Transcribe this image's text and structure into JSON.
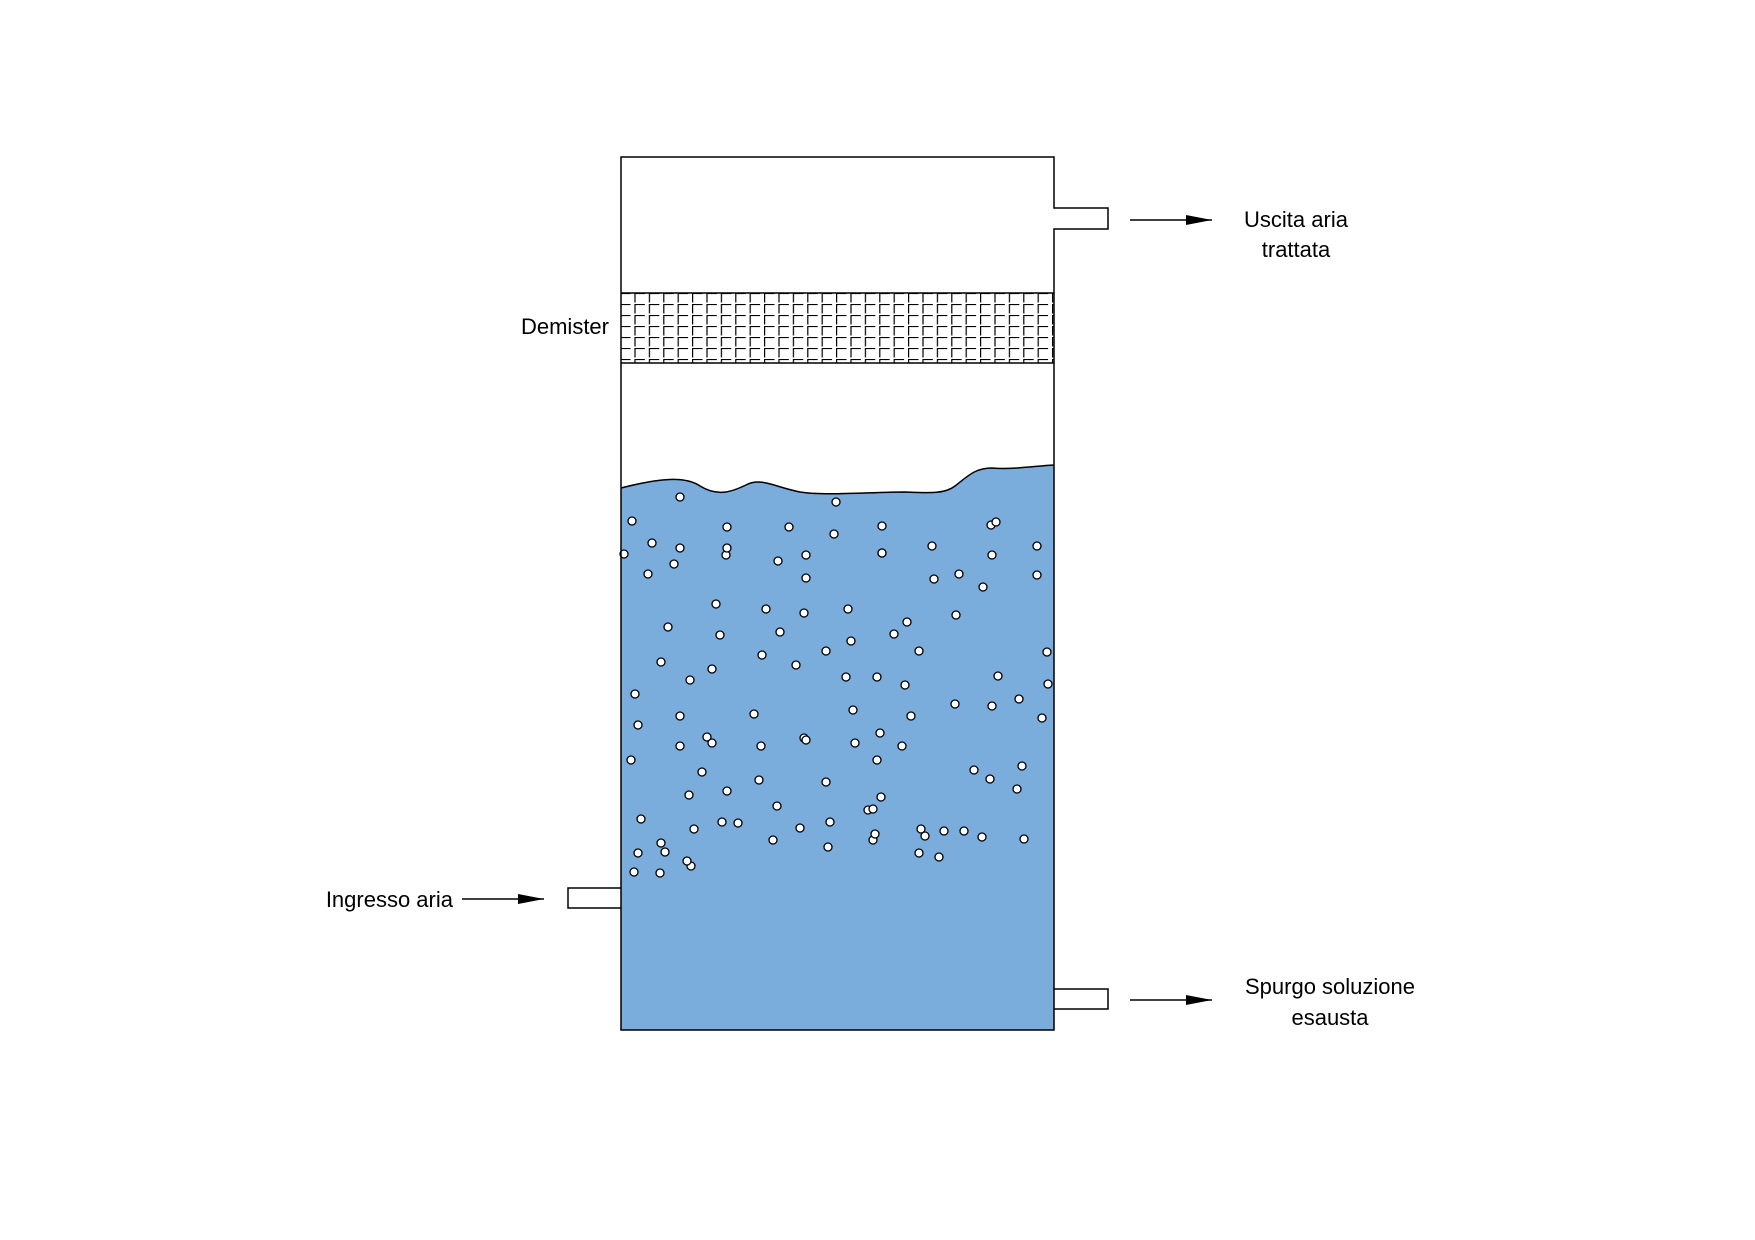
{
  "labels": {
    "demister": "Demister",
    "outlet_line1": "Uscita aria",
    "outlet_line2": "trattata",
    "inlet": "Ingresso aria",
    "purge_line1": "Spurgo soluzione",
    "purge_line2": "esausta"
  },
  "colors": {
    "liquid": "#7aacdc",
    "outline": "#000000",
    "bubble_fill": "#ffffff",
    "background": "#ffffff"
  }
}
